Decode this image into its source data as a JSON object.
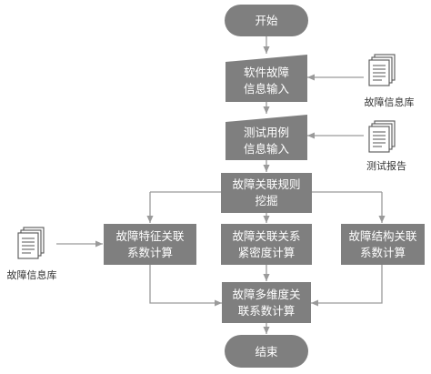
{
  "nodes": {
    "start": "开始",
    "input_fault": [
      "软件故障",
      "信息输入"
    ],
    "input_test": [
      "测试用例",
      "信息输入"
    ],
    "mining": [
      "故障关联规则",
      "挖掘"
    ],
    "feature": [
      "故障特征关联",
      "系数计算"
    ],
    "tightness": [
      "故障关联关系",
      "紧密度计算"
    ],
    "structure": [
      "故障结构关联",
      "系数计算"
    ],
    "multidim": [
      "故障多维度关",
      "联系数计算"
    ],
    "end": "结束"
  },
  "documents": {
    "fault_db_right": "故障信息库",
    "test_report": "测试报告",
    "fault_db_left": "故障信息库"
  },
  "colors": {
    "node_fill": "#7f7f7f",
    "edge": "#9a9a9a",
    "doc_stroke": "#555555"
  },
  "icons": {
    "document": "document-stack-icon"
  }
}
